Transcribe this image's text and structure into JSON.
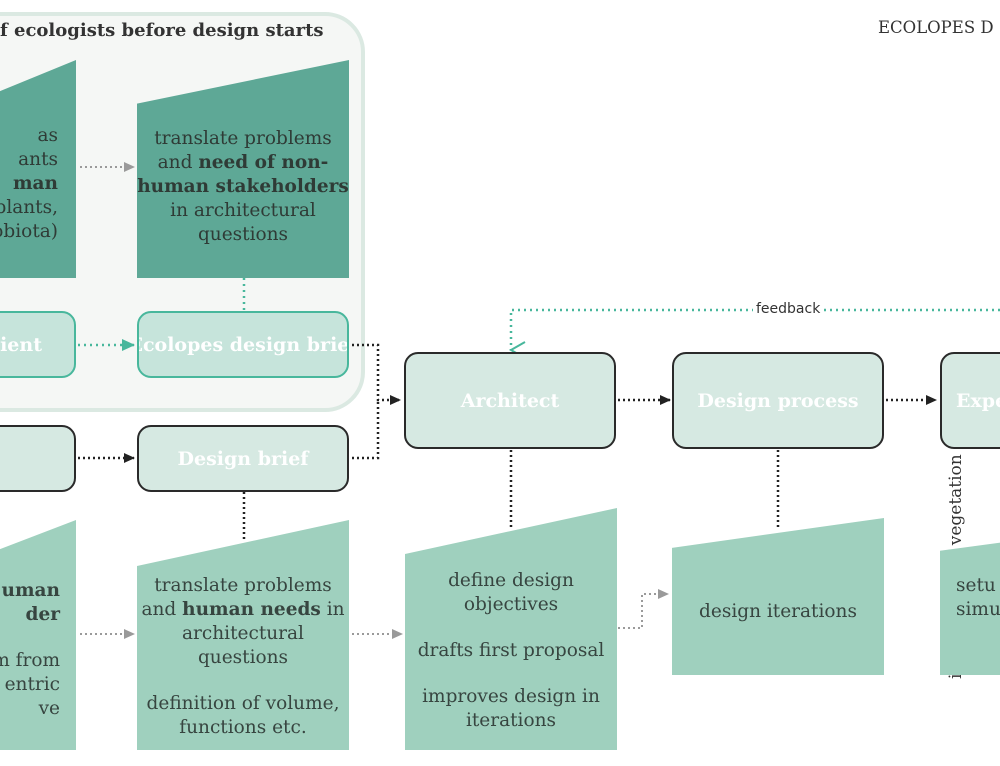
{
  "header": {
    "group_title": "f ecologists before design starts",
    "doc_title": "ECOLOPES D"
  },
  "ecologist_group": {
    "left_card_lines": [
      "as",
      "ants",
      "man",
      "(plants,",
      "obiota)"
    ],
    "right_card": {
      "line1": "translate problems",
      "line2a": "and ",
      "line2b": "need of non-",
      "line3": "human stakeholders",
      "line4": "in architectural",
      "line5": "questions"
    },
    "client_box": "lient",
    "ecolopes_brief_box": "Ecolopes design brief"
  },
  "main_flow": {
    "left_box": "",
    "design_brief": "Design brief",
    "architect": "Architect",
    "design_process": "Design process",
    "experiment_box": "Expe",
    "feedback_label": "feedback",
    "vertical_label": "introduction of vegetation"
  },
  "bottom_cards": {
    "left": {
      "line1": "uman",
      "line2": "der",
      "line3": "m from",
      "line4": "entric",
      "line5": "ve"
    },
    "brief": {
      "line1": "translate problems",
      "line2a": "and ",
      "line2b": "human needs",
      "line2c": " in",
      "line3": "architectural",
      "line4": "questions",
      "line5": "definition of volume,",
      "line6": "functions etc."
    },
    "architect": {
      "line1": "define design",
      "line2": "objectives",
      "line3": "drafts first proposal",
      "line4": "improves design in",
      "line5": "iterations"
    },
    "iterations": "design iterations",
    "right": {
      "line1": "setu",
      "line2": "simu"
    }
  },
  "colors": {
    "dark_card": "#5ea896",
    "light_card": "#9fd0be",
    "box_fill": "#d6e9e2",
    "teal_accent": "#48b79c"
  }
}
